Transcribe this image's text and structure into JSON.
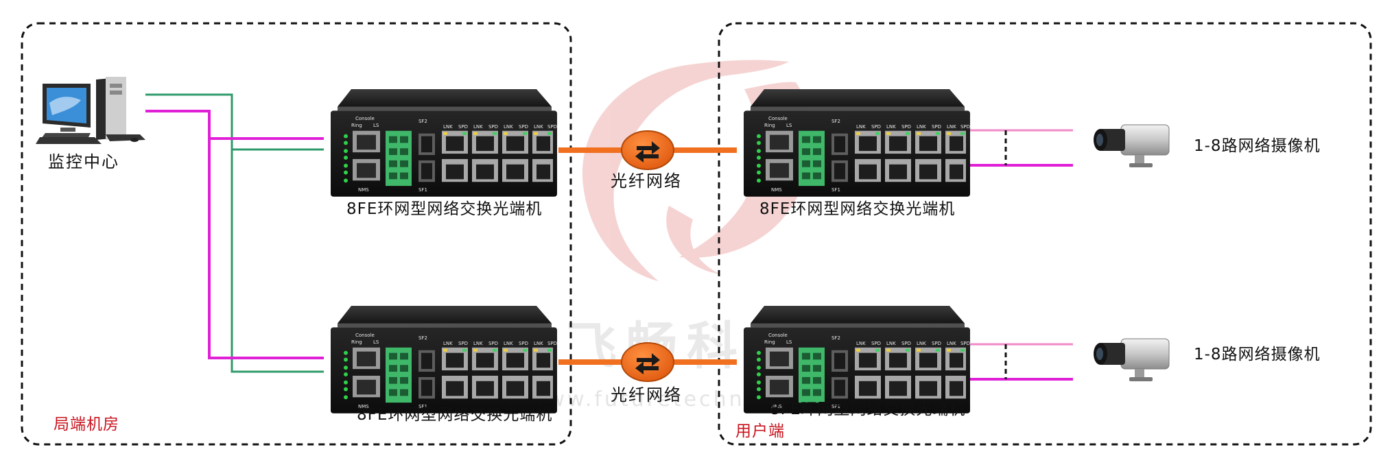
{
  "zones": {
    "local": "局端机房",
    "user": "用户端"
  },
  "monitor_center": "监控中心",
  "devices": {
    "switch_label": "8FE环网型网络交换光端机",
    "port_labels": {
      "console": "Console",
      "ring": "Ring",
      "ls": "LS",
      "nms": "NMS",
      "sf1": "SF1",
      "sf2": "SF2",
      "lnk": "LNK",
      "spd": "SPD"
    }
  },
  "links": {
    "fiber_label": "光纤网络"
  },
  "cameras": {
    "label": "1-8路网络摄像机"
  },
  "watermark": {
    "logo_glyph": "飞畅科技",
    "url": "www.futuretechnology.com"
  },
  "colors": {
    "green_line": "#2e9a6a",
    "magenta_line": "#e020d6",
    "pink_line": "#f08ac8",
    "fiber": "#f07020",
    "zone_label": "#c8141e"
  }
}
